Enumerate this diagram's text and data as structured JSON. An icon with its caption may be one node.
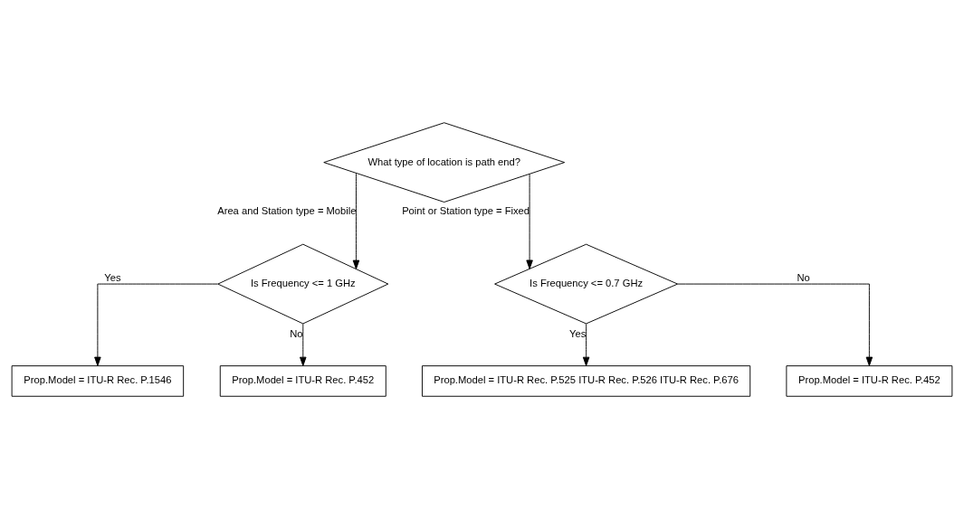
{
  "diagram": {
    "nodes": [
      {
        "text": [
          "What type of location is path end?"
        ]
      },
      {
        "text": [
          "Is Frequency <= 1 GHz"
        ]
      },
      {
        "text": [
          "Is Frequency <= 0.7 GHz"
        ]
      },
      {
        "text": [
          "Prop.Model = ITU-R Rec. P.1546"
        ]
      },
      {
        "text": [
          "Prop.Model = ITU-R Rec. P.452"
        ]
      },
      {
        "text": [
          "Prop.Model = ITU-R Rec. P.525 ITU-R Rec. P.526 ITU-R Rec. P.676"
        ]
      },
      {
        "text": [
          "Prop.Model = ITU-R Rec. P.452"
        ]
      }
    ],
    "edges": [
      {
        "from": 0,
        "to": 1,
        "arrow": "to",
        "label": "Area and Station type = Mobile"
      },
      {
        "from": 0,
        "to": 2,
        "arrow": "to",
        "label": "Point or Station type = Fixed"
      },
      {
        "from": 1,
        "to": 3,
        "arrow": "to",
        "label": "Yes"
      },
      {
        "from": 1,
        "to": 4,
        "arrow": "to",
        "label": "No"
      },
      {
        "from": 2,
        "to": 5,
        "arrow": "to",
        "label": "Yes"
      },
      {
        "from": 2,
        "to": 6,
        "arrow": "to",
        "label": "No"
      }
    ]
  }
}
